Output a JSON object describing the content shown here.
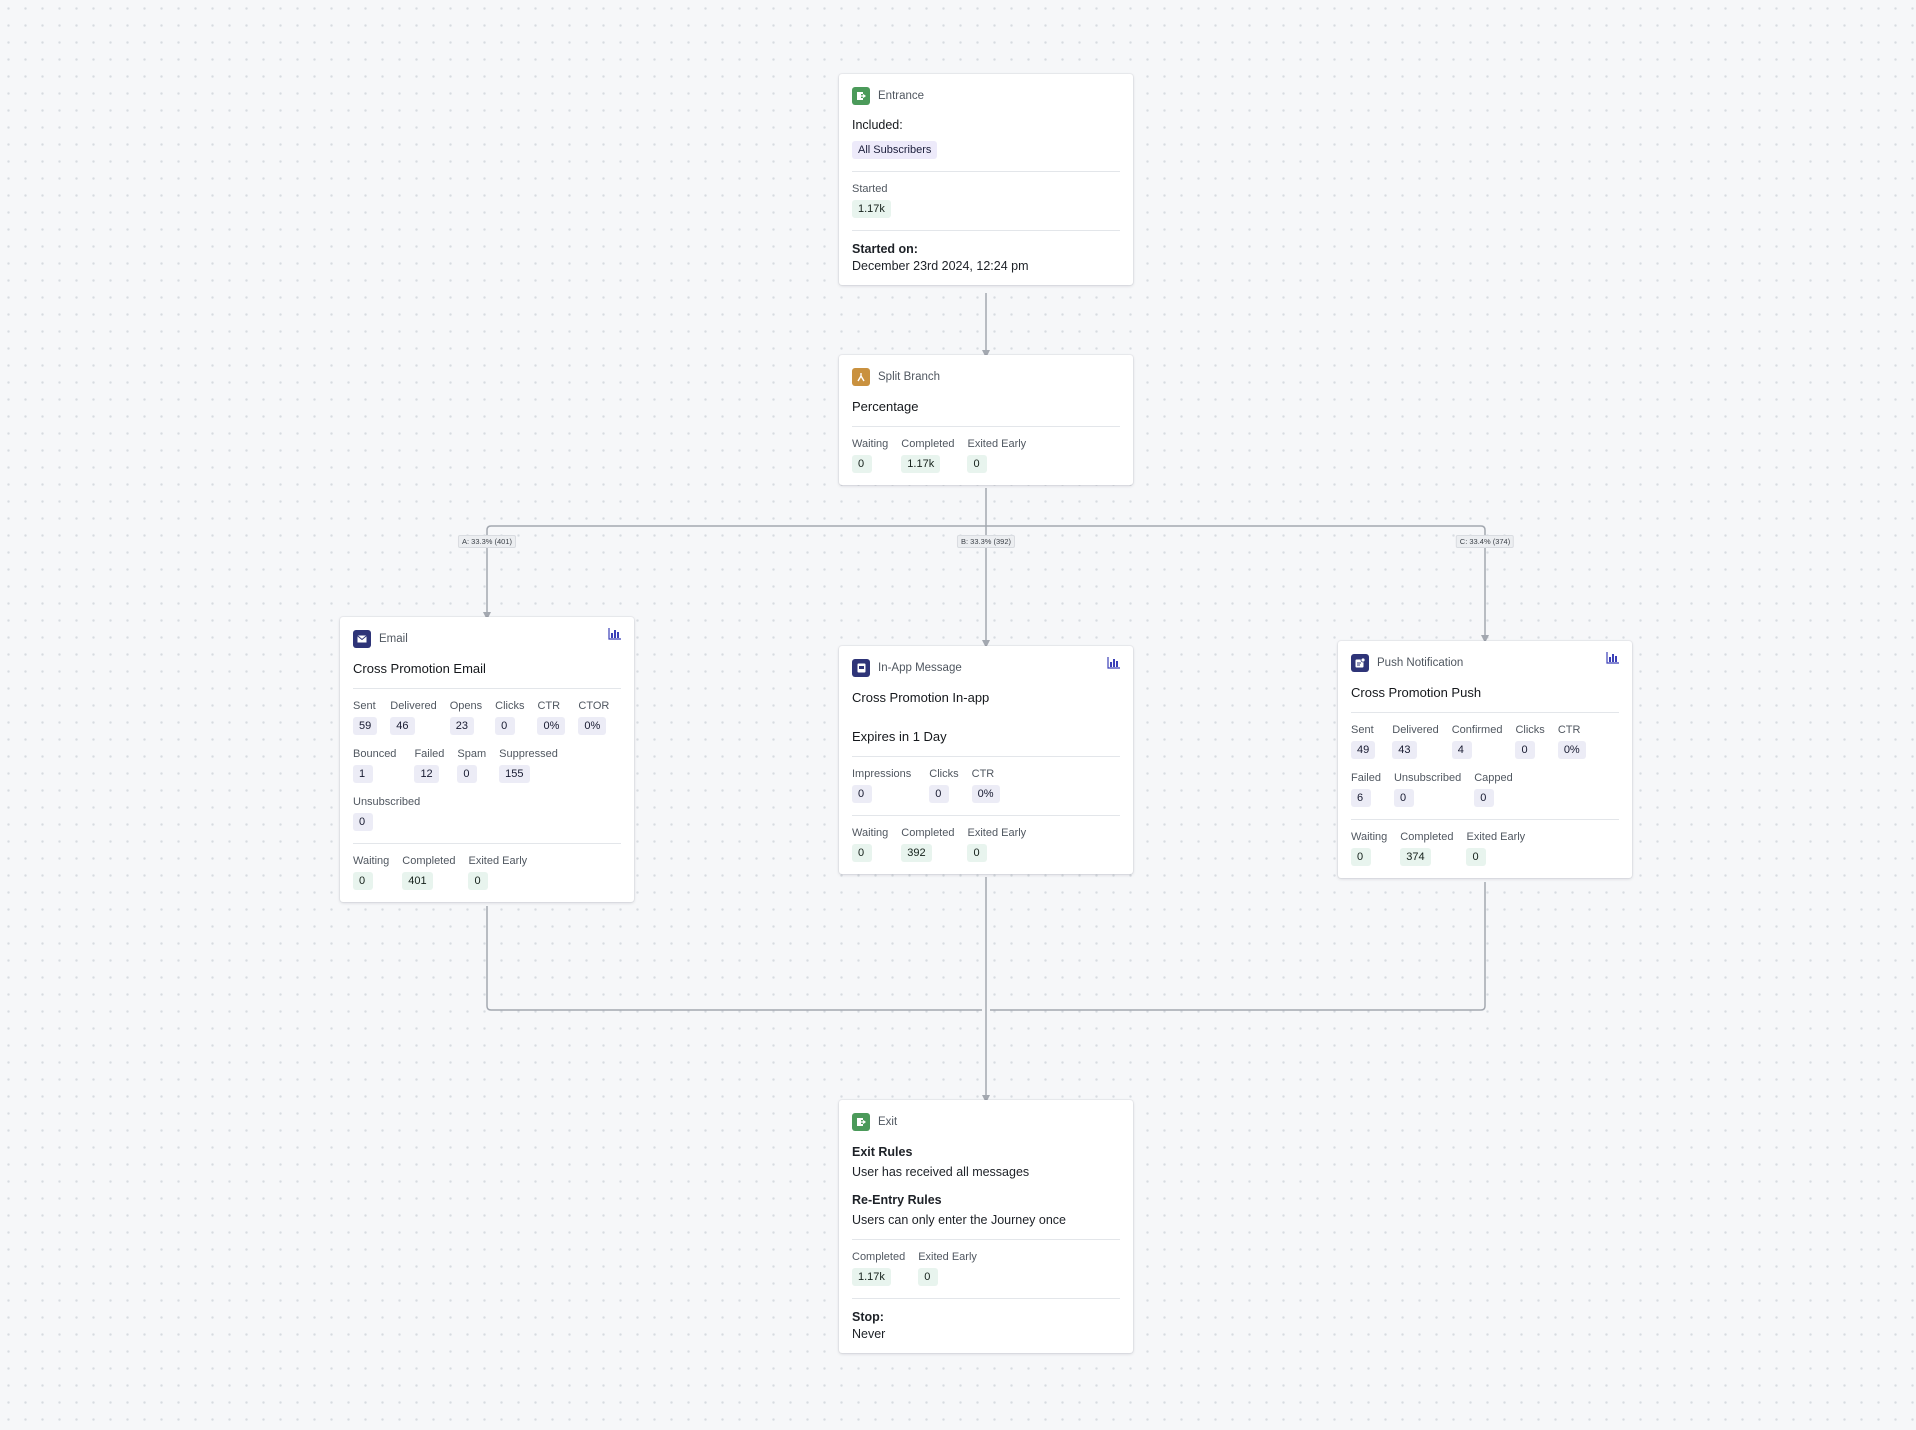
{
  "entrance": {
    "type": "Entrance",
    "included_label": "Included:",
    "segment": "All Subscribers",
    "stats": [
      {
        "label": "Started",
        "value": "1.17k"
      }
    ],
    "started_on_label": "Started on:",
    "started_on_value": "December 23rd 2024, 12:24 pm"
  },
  "split": {
    "type": "Split Branch",
    "title": "Percentage",
    "stats": [
      {
        "label": "Waiting",
        "value": "0"
      },
      {
        "label": "Completed",
        "value": "1.17k"
      },
      {
        "label": "Exited Early",
        "value": "0"
      }
    ],
    "branches": [
      "A: 33.3% (401)",
      "B: 33.3% (392)",
      "C: 33.4% (374)"
    ]
  },
  "email": {
    "type": "Email",
    "title": "Cross Promotion Email",
    "metrics_row1": [
      {
        "label": "Sent",
        "value": "59"
      },
      {
        "label": "Delivered",
        "value": "46"
      },
      {
        "label": "Opens",
        "value": "23"
      },
      {
        "label": "Clicks",
        "value": "0"
      },
      {
        "label": "CTR",
        "value": "0%"
      },
      {
        "label": "CTOR",
        "value": "0%"
      }
    ],
    "metrics_row2": [
      {
        "label": "Bounced",
        "value": "1"
      },
      {
        "label": "Failed",
        "value": "12"
      },
      {
        "label": "Spam",
        "value": "0"
      },
      {
        "label": "Suppressed",
        "value": "155"
      }
    ],
    "metrics_row3": [
      {
        "label": "Unsubscribed",
        "value": "0"
      }
    ],
    "stats": [
      {
        "label": "Waiting",
        "value": "0"
      },
      {
        "label": "Completed",
        "value": "401"
      },
      {
        "label": "Exited Early",
        "value": "0"
      }
    ]
  },
  "inapp": {
    "type": "In-App Message",
    "title": "Cross Promotion In-app",
    "expires": "Expires in 1 Day",
    "metrics_row1": [
      {
        "label": "Impressions",
        "value": "0"
      },
      {
        "label": "Clicks",
        "value": "0"
      },
      {
        "label": "CTR",
        "value": "0%"
      }
    ],
    "stats": [
      {
        "label": "Waiting",
        "value": "0"
      },
      {
        "label": "Completed",
        "value": "392"
      },
      {
        "label": "Exited Early",
        "value": "0"
      }
    ]
  },
  "push": {
    "type": "Push Notification",
    "title": "Cross Promotion Push",
    "metrics_row1": [
      {
        "label": "Sent",
        "value": "49"
      },
      {
        "label": "Delivered",
        "value": "43"
      },
      {
        "label": "Confirmed",
        "value": "4"
      },
      {
        "label": "Clicks",
        "value": "0"
      },
      {
        "label": "CTR",
        "value": "0%"
      }
    ],
    "metrics_row2": [
      {
        "label": "Failed",
        "value": "6"
      },
      {
        "label": "Unsubscribed",
        "value": "0"
      },
      {
        "label": "Capped",
        "value": "0"
      }
    ],
    "stats": [
      {
        "label": "Waiting",
        "value": "0"
      },
      {
        "label": "Completed",
        "value": "374"
      },
      {
        "label": "Exited Early",
        "value": "0"
      }
    ]
  },
  "exit": {
    "type": "Exit",
    "exit_rules_label": "Exit Rules",
    "exit_rules_value": "User has received all messages",
    "reentry_label": "Re-Entry Rules",
    "reentry_value": "Users can only enter the Journey once",
    "stats": [
      {
        "label": "Completed",
        "value": "1.17k"
      },
      {
        "label": "Exited Early",
        "value": "0"
      }
    ],
    "stop_label": "Stop:",
    "stop_value": "Never"
  },
  "icons": {
    "entrance": "entrance-icon",
    "split": "split-branch-icon",
    "email": "envelope-icon",
    "inapp": "in-app-message-icon",
    "push": "push-notification-icon",
    "exit": "exit-icon",
    "stats": "bar-chart-icon"
  },
  "colors": {
    "journey_green": "#4b9a5a",
    "split_orange": "#c9913f",
    "message_navy": "#2e3478",
    "stat_green_bg": "#e8f4ee",
    "stat_purple_bg": "#ececf6",
    "connector": "#a3a8b0"
  }
}
